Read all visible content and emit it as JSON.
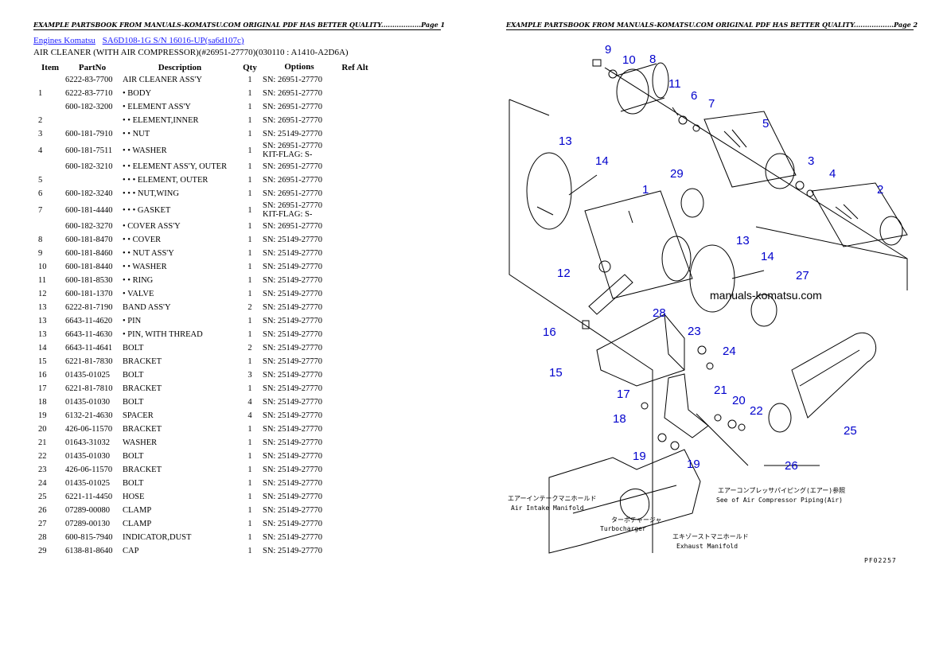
{
  "header": {
    "page1": "EXAMPLE PARTSBOOK FROM MANUALS-KOMATSU.COM ORIGINAL PDF HAS BETTER QUALITY..................Page 1",
    "page2": "EXAMPLE PARTSBOOK FROM MANUALS-KOMATSU.COM ORIGINAL PDF HAS BETTER QUALITY..................Page 2"
  },
  "breadcrumb": {
    "link1": "Engines Komatsu",
    "link2": "SA6D108-1G S/N 16016-UP(sa6d107c)"
  },
  "subtitle": "AIR CLEANER (WITH AIR COMPRESSOR)(#26951-27770)(030110 : A1410-A2D6A)",
  "table": {
    "headers": [
      "Item",
      "PartNo",
      "Description",
      "Qty",
      "Options",
      "Ref Alt"
    ],
    "rows": [
      {
        "item": "",
        "partno": "6222-83-7700",
        "desc": "AIR CLEANER ASS'Y",
        "qty": "1",
        "opt": "SN: 26951-27770",
        "opt2": ""
      },
      {
        "item": "1",
        "partno": "6222-83-7710",
        "desc": "• BODY",
        "qty": "1",
        "opt": "SN: 26951-27770",
        "opt2": ""
      },
      {
        "item": "",
        "partno": "600-182-3200",
        "desc": "• ELEMENT ASS'Y",
        "qty": "1",
        "opt": "SN: 26951-27770",
        "opt2": ""
      },
      {
        "item": "2",
        "partno": "",
        "desc": "• • ELEMENT,INNER",
        "qty": "1",
        "opt": "SN: 26951-27770",
        "opt2": ""
      },
      {
        "item": "3",
        "partno": "600-181-7910",
        "desc": "• • NUT",
        "qty": "1",
        "opt": "SN: 25149-27770",
        "opt2": ""
      },
      {
        "item": "4",
        "partno": "600-181-7511",
        "desc": "• • WASHER",
        "qty": "1",
        "opt": "SN: 26951-27770",
        "opt2": "KIT-FLAG: S-"
      },
      {
        "item": "",
        "partno": "600-182-3210",
        "desc": "• • ELEMENT ASS'Y, OUTER",
        "qty": "1",
        "opt": "SN: 26951-27770",
        "opt2": ""
      },
      {
        "item": "5",
        "partno": "",
        "desc": "• • • ELEMENT, OUTER",
        "qty": "1",
        "opt": "SN: 26951-27770",
        "opt2": ""
      },
      {
        "item": "6",
        "partno": "600-182-3240",
        "desc": "• • • NUT,WING",
        "qty": "1",
        "opt": "SN: 26951-27770",
        "opt2": ""
      },
      {
        "item": "7",
        "partno": "600-181-4440",
        "desc": "• • • GASKET",
        "qty": "1",
        "opt": "SN: 26951-27770",
        "opt2": "KIT-FLAG: S-"
      },
      {
        "item": "",
        "partno": "600-182-3270",
        "desc": "• COVER ASS'Y",
        "qty": "1",
        "opt": "SN: 26951-27770",
        "opt2": ""
      },
      {
        "item": "8",
        "partno": "600-181-8470",
        "desc": "• • COVER",
        "qty": "1",
        "opt": "SN: 25149-27770",
        "opt2": ""
      },
      {
        "item": "9",
        "partno": "600-181-8460",
        "desc": "• • NUT ASS'Y",
        "qty": "1",
        "opt": "SN: 25149-27770",
        "opt2": ""
      },
      {
        "item": "10",
        "partno": "600-181-8440",
        "desc": "• • WASHER",
        "qty": "1",
        "opt": "SN: 25149-27770",
        "opt2": ""
      },
      {
        "item": "11",
        "partno": "600-181-8530",
        "desc": "• • RING",
        "qty": "1",
        "opt": "SN: 25149-27770",
        "opt2": ""
      },
      {
        "item": "12",
        "partno": "600-181-1370",
        "desc": "• VALVE",
        "qty": "1",
        "opt": "SN: 25149-27770",
        "opt2": ""
      },
      {
        "item": "13",
        "partno": "6222-81-7190",
        "desc": "BAND ASS'Y",
        "qty": "2",
        "opt": "SN: 25149-27770",
        "opt2": ""
      },
      {
        "item": "13",
        "partno": "6643-11-4620",
        "desc": "• PIN",
        "qty": "1",
        "opt": "SN: 25149-27770",
        "opt2": ""
      },
      {
        "item": "13",
        "partno": "6643-11-4630",
        "desc": "• PIN, WITH THREAD",
        "qty": "1",
        "opt": "SN: 25149-27770",
        "opt2": ""
      },
      {
        "item": "14",
        "partno": "6643-11-4641",
        "desc": "BOLT",
        "qty": "2",
        "opt": "SN: 25149-27770",
        "opt2": ""
      },
      {
        "item": "15",
        "partno": "6221-81-7830",
        "desc": "BRACKET",
        "qty": "1",
        "opt": "SN: 25149-27770",
        "opt2": ""
      },
      {
        "item": "16",
        "partno": "01435-01025",
        "desc": "BOLT",
        "qty": "3",
        "opt": "SN: 25149-27770",
        "opt2": ""
      },
      {
        "item": "17",
        "partno": "6221-81-7810",
        "desc": "BRACKET",
        "qty": "1",
        "opt": "SN: 25149-27770",
        "opt2": ""
      },
      {
        "item": "18",
        "partno": "01435-01030",
        "desc": "BOLT",
        "qty": "4",
        "opt": "SN: 25149-27770",
        "opt2": ""
      },
      {
        "item": "19",
        "partno": "6132-21-4630",
        "desc": "SPACER",
        "qty": "4",
        "opt": "SN: 25149-27770",
        "opt2": ""
      },
      {
        "item": "20",
        "partno": "426-06-11570",
        "desc": "BRACKET",
        "qty": "1",
        "opt": "SN: 25149-27770",
        "opt2": ""
      },
      {
        "item": "21",
        "partno": "01643-31032",
        "desc": "WASHER",
        "qty": "1",
        "opt": "SN: 25149-27770",
        "opt2": ""
      },
      {
        "item": "22",
        "partno": "01435-01030",
        "desc": "BOLT",
        "qty": "1",
        "opt": "SN: 25149-27770",
        "opt2": ""
      },
      {
        "item": "23",
        "partno": "426-06-11570",
        "desc": "BRACKET",
        "qty": "1",
        "opt": "SN: 25149-27770",
        "opt2": ""
      },
      {
        "item": "24",
        "partno": "01435-01025",
        "desc": "BOLT",
        "qty": "1",
        "opt": "SN: 25149-27770",
        "opt2": ""
      },
      {
        "item": "25",
        "partno": "6221-11-4450",
        "desc": "HOSE",
        "qty": "1",
        "opt": "SN: 25149-27770",
        "opt2": ""
      },
      {
        "item": "26",
        "partno": "07289-00080",
        "desc": "CLAMP",
        "qty": "1",
        "opt": "SN: 25149-27770",
        "opt2": ""
      },
      {
        "item": "27",
        "partno": "07289-00130",
        "desc": "CLAMP",
        "qty": "1",
        "opt": "SN: 25149-27770",
        "opt2": ""
      },
      {
        "item": "28",
        "partno": "600-815-7940",
        "desc": "INDICATOR,DUST",
        "qty": "1",
        "opt": "SN: 25149-27770",
        "opt2": ""
      },
      {
        "item": "29",
        "partno": "6138-81-8640",
        "desc": "CAP",
        "qty": "1",
        "opt": "SN: 25149-27770",
        "opt2": ""
      }
    ]
  },
  "diagram": {
    "watermark": "manuals-komatsu.com",
    "labels": {
      "air_intake_jp": "エアーインテークマニホールド",
      "air_intake_en": "Air Intake Manifold",
      "turbo_jp": "ターボチャージャ",
      "turbo_en": "Turbocharger",
      "exhaust_jp": "エキゾーストマニホールド",
      "exhaust_en": "Exhaust Manifold",
      "compressor_jp": "エアーコンプレッサパイピング(エアー)参照",
      "compressor_en": "See of Air Compressor Piping(Air)",
      "page_code": "PF02257"
    },
    "callouts": [
      {
        "n": "9"
      },
      {
        "n": "10"
      },
      {
        "n": "8"
      },
      {
        "n": "11"
      },
      {
        "n": "6"
      },
      {
        "n": "7"
      },
      {
        "n": "5"
      },
      {
        "n": "13"
      },
      {
        "n": "14"
      },
      {
        "n": "29"
      },
      {
        "n": "1"
      },
      {
        "n": "3"
      },
      {
        "n": "4"
      },
      {
        "n": "2"
      },
      {
        "n": "13"
      },
      {
        "n": "14"
      },
      {
        "n": "12"
      },
      {
        "n": "27"
      },
      {
        "n": "28"
      },
      {
        "n": "16"
      },
      {
        "n": "23"
      },
      {
        "n": "24"
      },
      {
        "n": "15"
      },
      {
        "n": "17"
      },
      {
        "n": "21"
      },
      {
        "n": "20"
      },
      {
        "n": "22"
      },
      {
        "n": "18"
      },
      {
        "n": "25"
      },
      {
        "n": "19"
      },
      {
        "n": "19"
      },
      {
        "n": "26"
      }
    ]
  }
}
